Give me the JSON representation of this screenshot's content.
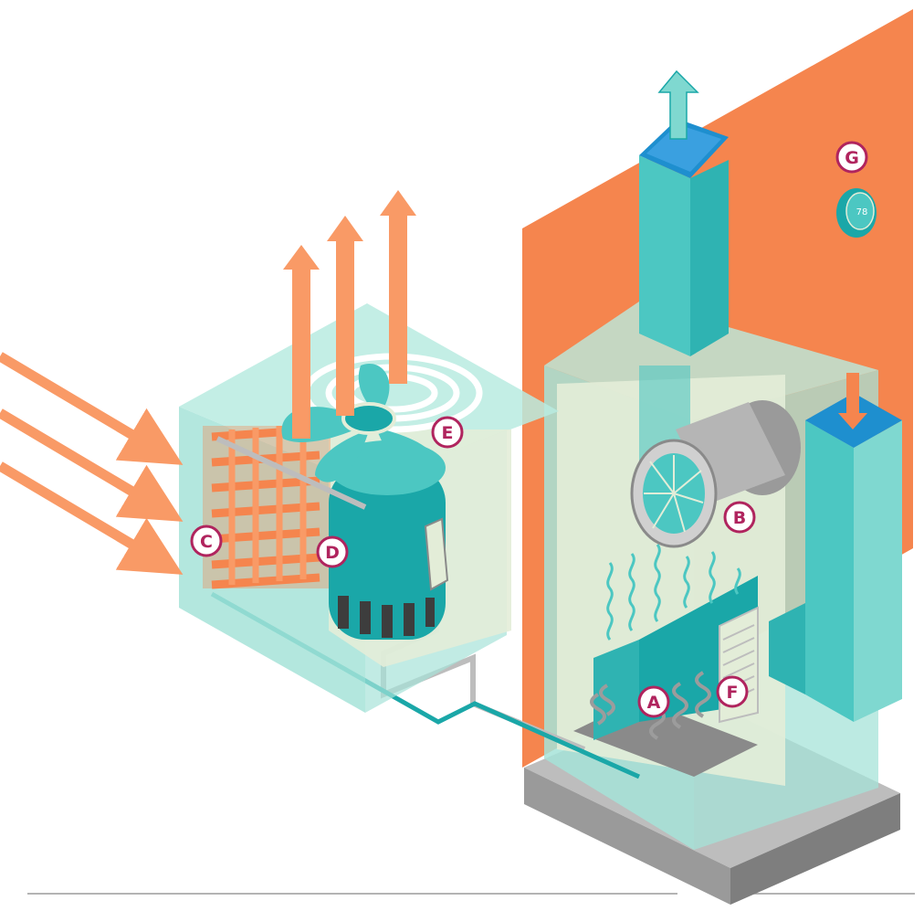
{
  "labels": {
    "a": "A",
    "b": "B",
    "c": "C",
    "d": "D",
    "e": "E",
    "f": "F",
    "g": "G"
  },
  "thermostat": {
    "reading": "78"
  },
  "colors": {
    "orange": "#f5854e",
    "orange_light": "#f99a66",
    "teal": "#4cc7c2",
    "teal_dark": "#1aa7a8",
    "teal_glass": "#a6e3d8",
    "cream": "#e3edd8",
    "gray": "#bdbdbd",
    "gray_dark": "#8a8a8a",
    "callout_magenta": "#b0245e",
    "line_gray": "#9c9c9c"
  }
}
